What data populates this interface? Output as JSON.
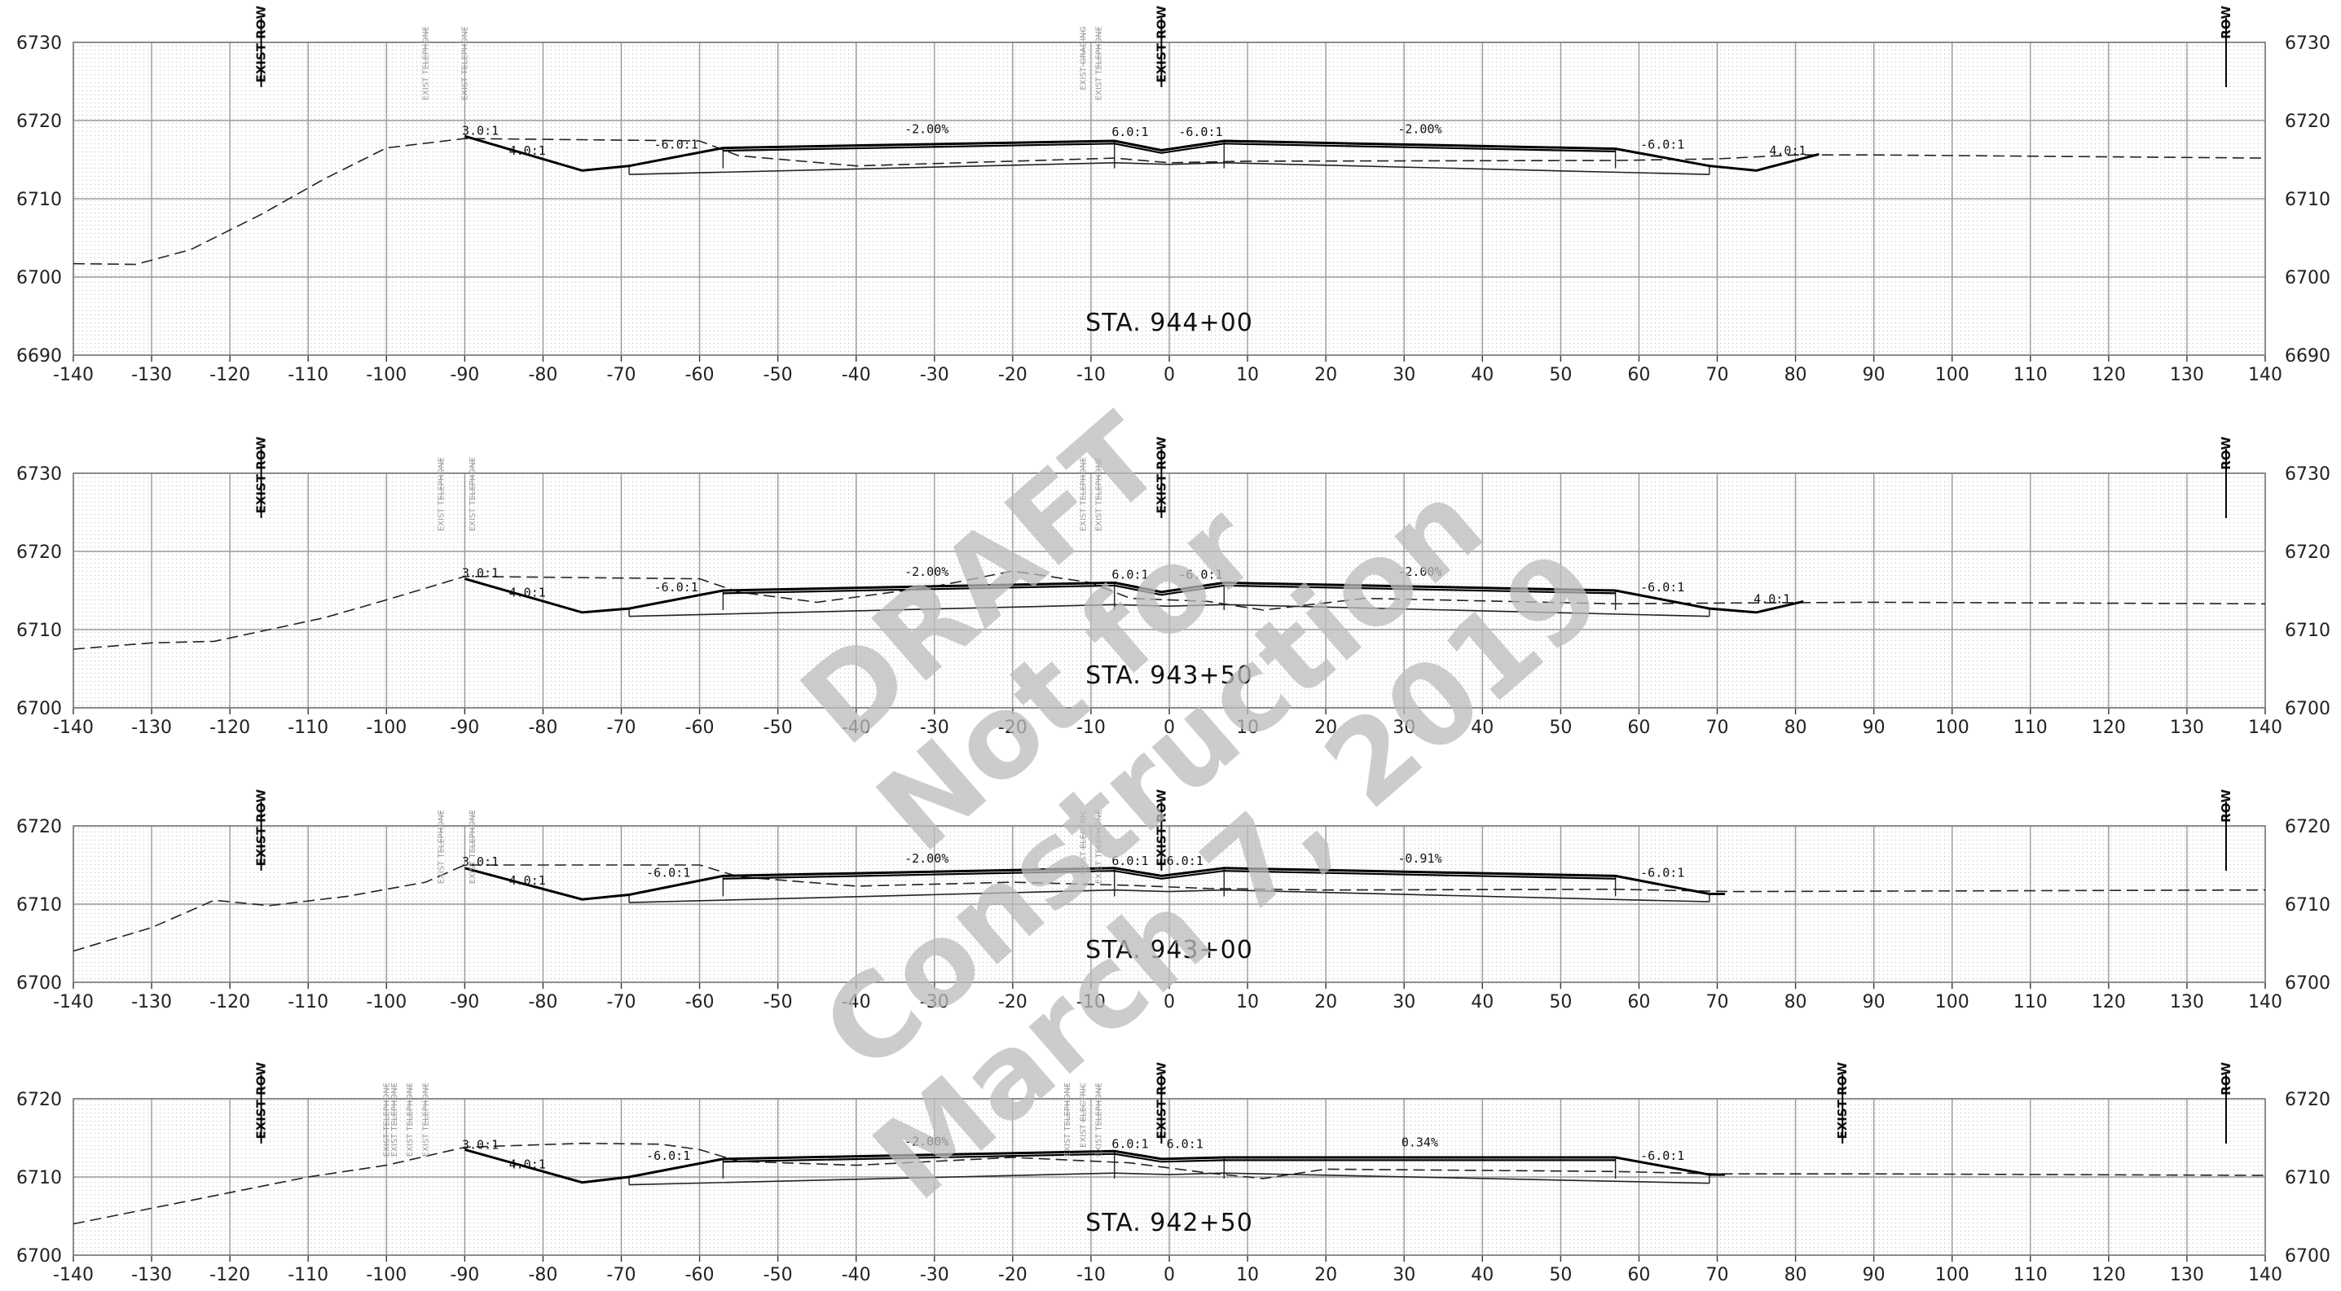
{
  "watermark": {
    "lines": [
      "DRAFT",
      "Not for",
      "Construction",
      "March 7, 2019"
    ]
  },
  "x_ticks": [
    -140,
    -130,
    -120,
    -110,
    -100,
    -90,
    -80,
    -70,
    -60,
    -50,
    -40,
    -30,
    -20,
    -10,
    0,
    10,
    20,
    30,
    40,
    50,
    60,
    70,
    80,
    90,
    100,
    110,
    120,
    130,
    140
  ],
  "sections": [
    {
      "station": "STA. 944+00",
      "y_ticks": [
        6690,
        6700,
        6710,
        6720,
        6730
      ],
      "existing_ground": [
        [
          -140,
          6701.7
        ],
        [
          -132,
          6701.6
        ],
        [
          -125,
          6703.5
        ],
        [
          -116,
          6708
        ],
        [
          -108,
          6712.5
        ],
        [
          -100,
          6716.5
        ],
        [
          -90,
          6717.7
        ],
        [
          -60,
          6717.4
        ],
        [
          -55,
          6715.5
        ],
        [
          -40,
          6714.2
        ],
        [
          -20,
          6714.8
        ],
        [
          -7,
          6715.2
        ],
        [
          0,
          6714.6
        ],
        [
          10,
          6714.8
        ],
        [
          57,
          6714.9
        ],
        [
          70,
          6715.1
        ],
        [
          80,
          6715.6
        ],
        [
          90,
          6715.6
        ],
        [
          140,
          6715.2
        ]
      ],
      "proposed_surface": [
        [
          -90,
          6718
        ],
        [
          -75,
          6713.6
        ],
        [
          -69,
          6714.2
        ],
        [
          -57,
          6716.5
        ],
        [
          -7,
          6717.4
        ],
        [
          -1,
          6716.2
        ],
        [
          7,
          6717.4
        ],
        [
          57,
          6716.4
        ],
        [
          69,
          6714.2
        ],
        [
          75,
          6713.6
        ],
        [
          83,
          6715.7
        ]
      ],
      "subgrade": [
        [
          -69,
          6713.1
        ],
        [
          -7,
          6714.6
        ],
        [
          0,
          6714.4
        ],
        [
          7,
          6714.6
        ],
        [
          69,
          6713.1
        ]
      ],
      "slope_labels": [
        {
          "text": "3.0:1",
          "x": -88,
          "y": 6718.2
        },
        {
          "text": "4.0:1",
          "x": -82,
          "y": 6715.6
        },
        {
          "text": "-6.0:1",
          "x": -63,
          "y": 6716.4
        },
        {
          "text": "-2.00%",
          "x": -31,
          "y": 6718.4
        },
        {
          "text": "6.0:1",
          "x": -5,
          "y": 6718.0
        },
        {
          "text": "-6.0:1",
          "x": 4,
          "y": 6718.0
        },
        {
          "text": "-2.00%",
          "x": 32,
          "y": 6718.4
        },
        {
          "text": "-6.0:1",
          "x": 63,
          "y": 6716.4
        },
        {
          "text": "4.0:1",
          "x": 79,
          "y": 6715.6
        }
      ],
      "row_markers": [
        {
          "text": "EXIST ROW",
          "x": -116
        },
        {
          "text": "EXIST ROW",
          "x": -1
        },
        {
          "text": "ROW",
          "x": 135
        }
      ],
      "utility_labels": [
        {
          "text": "EXIST TELEPHONE",
          "x": -95
        },
        {
          "text": "EXIST TELEPHONE",
          "x": -90
        },
        {
          "text": "EXIST GRADING",
          "x": -11
        },
        {
          "text": "EXIST TELEPHONE",
          "x": -9
        }
      ]
    },
    {
      "station": "STA. 943+50",
      "y_ticks": [
        6700,
        6710,
        6720,
        6730
      ],
      "existing_ground": [
        [
          -140,
          6707.5
        ],
        [
          -130,
          6708.3
        ],
        [
          -122,
          6708.5
        ],
        [
          -115,
          6710
        ],
        [
          -108,
          6711.5
        ],
        [
          -100,
          6713.8
        ],
        [
          -90,
          6716.8
        ],
        [
          -60,
          6716.5
        ],
        [
          -55,
          6714.8
        ],
        [
          -45,
          6713.5
        ],
        [
          -30,
          6715.5
        ],
        [
          -20,
          6717.5
        ],
        [
          -10,
          6716
        ],
        [
          -5,
          6714
        ],
        [
          5,
          6713.6
        ],
        [
          12,
          6712.5
        ],
        [
          25,
          6714
        ],
        [
          57,
          6713.3
        ],
        [
          70,
          6713.4
        ],
        [
          90,
          6713.5
        ],
        [
          140,
          6713.3
        ]
      ],
      "proposed_surface": [
        [
          -90,
          6716.5
        ],
        [
          -75,
          6712.2
        ],
        [
          -69,
          6712.7
        ],
        [
          -57,
          6715
        ],
        [
          -7,
          6716
        ],
        [
          -1,
          6714.8
        ],
        [
          7,
          6716
        ],
        [
          57,
          6715
        ],
        [
          69,
          6712.7
        ],
        [
          75,
          6712.2
        ],
        [
          81,
          6713.6
        ]
      ],
      "subgrade": [
        [
          -69,
          6711.7
        ],
        [
          -7,
          6713.2
        ],
        [
          0,
          6713
        ],
        [
          7,
          6713.2
        ],
        [
          69,
          6711.7
        ]
      ],
      "slope_labels": [
        {
          "text": "3.0:1",
          "x": -88,
          "y": 6716.7
        },
        {
          "text": "4.0:1",
          "x": -82,
          "y": 6714.2
        },
        {
          "text": "-6.0:1",
          "x": -63,
          "y": 6714.9
        },
        {
          "text": "-2.00%",
          "x": -31,
          "y": 6716.9
        },
        {
          "text": "6.0:1",
          "x": -5,
          "y": 6716.5
        },
        {
          "text": "-6.0:1",
          "x": 4,
          "y": 6716.5
        },
        {
          "text": "-2.00%",
          "x": 32,
          "y": 6716.9
        },
        {
          "text": "-6.0:1",
          "x": 63,
          "y": 6714.9
        },
        {
          "text": "4.0:1",
          "x": 77,
          "y": 6713.4
        }
      ],
      "row_markers": [
        {
          "text": "EXIST ROW",
          "x": -116
        },
        {
          "text": "EXIST ROW",
          "x": -1
        },
        {
          "text": "ROW",
          "x": 135
        }
      ],
      "utility_labels": [
        {
          "text": "EXIST TELEPHONE",
          "x": -93
        },
        {
          "text": "EXIST TELEPHONE",
          "x": -89
        },
        {
          "text": "EXIST TELEPHONE",
          "x": -11
        },
        {
          "text": "EXIST TELEPHONE",
          "x": -9
        }
      ]
    },
    {
      "station": "STA. 943+00",
      "y_ticks": [
        6700,
        6710,
        6720
      ],
      "existing_ground": [
        [
          -140,
          6704
        ],
        [
          -130,
          6707
        ],
        [
          -122,
          6710.5
        ],
        [
          -115,
          6709.8
        ],
        [
          -105,
          6711
        ],
        [
          -95,
          6712.8
        ],
        [
          -90,
          6715
        ],
        [
          -60,
          6715
        ],
        [
          -55,
          6713.5
        ],
        [
          -40,
          6712.3
        ],
        [
          -20,
          6712.8
        ],
        [
          -5,
          6712.4
        ],
        [
          5,
          6712
        ],
        [
          20,
          6711.8
        ],
        [
          57,
          6711.9
        ],
        [
          72,
          6711.6
        ],
        [
          140,
          6711.8
        ]
      ],
      "proposed_surface": [
        [
          -90,
          6714.6
        ],
        [
          -75,
          6710.6
        ],
        [
          -69,
          6711.2
        ],
        [
          -57,
          6713.6
        ],
        [
          -7,
          6714.6
        ],
        [
          -1,
          6713.6
        ],
        [
          7,
          6714.6
        ],
        [
          57,
          6713.6
        ],
        [
          69,
          6711.3
        ],
        [
          71,
          6711.3
        ]
      ],
      "subgrade": [
        [
          -69,
          6710.2
        ],
        [
          -7,
          6711.8
        ],
        [
          0,
          6711.6
        ],
        [
          7,
          6711.8
        ],
        [
          69,
          6710.3
        ]
      ],
      "slope_labels": [
        {
          "text": "3.0:1",
          "x": -88,
          "y": 6714.9
        },
        {
          "text": "4.0:1",
          "x": -82,
          "y": 6712.5
        },
        {
          "text": "-6.0:1",
          "x": -64,
          "y": 6713.5
        },
        {
          "text": "-2.00%",
          "x": -31,
          "y": 6715.3
        },
        {
          "text": "6.0:1",
          "x": -5,
          "y": 6715.0
        },
        {
          "text": "6.0:1",
          "x": 2,
          "y": 6715.0
        },
        {
          "text": "-0.91%",
          "x": 32,
          "y": 6715.3
        },
        {
          "text": "-6.0:1",
          "x": 63,
          "y": 6713.5
        }
      ],
      "row_markers": [
        {
          "text": "EXIST ROW",
          "x": -116
        },
        {
          "text": "EXIST ROW",
          "x": -1
        },
        {
          "text": "ROW",
          "x": 135
        }
      ],
      "utility_labels": [
        {
          "text": "EXIST TELEPHONE",
          "x": -93
        },
        {
          "text": "EXIST TELEPHONE",
          "x": -89
        },
        {
          "text": "EXIST ELECTRIC",
          "x": -11
        },
        {
          "text": "EXIST TELEPHONE",
          "x": -9
        }
      ]
    },
    {
      "station": "STA. 942+50",
      "y_ticks": [
        6700,
        6710,
        6720
      ],
      "existing_ground": [
        [
          -140,
          6704
        ],
        [
          -130,
          6706
        ],
        [
          -120,
          6708
        ],
        [
          -110,
          6710
        ],
        [
          -100,
          6711.5
        ],
        [
          -90,
          6713.8
        ],
        [
          -75,
          6714.3
        ],
        [
          -65,
          6714.2
        ],
        [
          -60,
          6713.5
        ],
        [
          -55,
          6712
        ],
        [
          -40,
          6711.5
        ],
        [
          -20,
          6712.5
        ],
        [
          -5,
          6711.8
        ],
        [
          5,
          6710.5
        ],
        [
          12,
          6709.8
        ],
        [
          20,
          6711
        ],
        [
          57,
          6710.7
        ],
        [
          70,
          6710.4
        ],
        [
          90,
          6710.4
        ],
        [
          140,
          6710.2
        ]
      ],
      "proposed_surface": [
        [
          -90,
          6713.5
        ],
        [
          -75,
          6709.3
        ],
        [
          -69,
          6710
        ],
        [
          -57,
          6712.3
        ],
        [
          -7,
          6713.3
        ],
        [
          -1,
          6712.3
        ],
        [
          7,
          6712.5
        ],
        [
          57,
          6712.5
        ],
        [
          69,
          6710.3
        ],
        [
          71,
          6710.3
        ]
      ],
      "subgrade": [
        [
          -69,
          6709
        ],
        [
          -7,
          6710.5
        ],
        [
          0,
          6710.3
        ],
        [
          7,
          6710.5
        ],
        [
          69,
          6709.2
        ]
      ],
      "slope_labels": [
        {
          "text": "3.0:1",
          "x": -88,
          "y": 6713.6
        },
        {
          "text": "4.0:1",
          "x": -82,
          "y": 6711.1
        },
        {
          "text": "-6.0:1",
          "x": -64,
          "y": 6712.2
        },
        {
          "text": "-2.00%",
          "x": -31,
          "y": 6714
        },
        {
          "text": "6.0:1",
          "x": -5,
          "y": 6713.7
        },
        {
          "text": "6.0:1",
          "x": 2,
          "y": 6713.7
        },
        {
          "text": "0.34%",
          "x": 32,
          "y": 6713.9
        },
        {
          "text": "-6.0:1",
          "x": 63,
          "y": 6712.2
        }
      ],
      "row_markers": [
        {
          "text": "EXIST ROW",
          "x": -116
        },
        {
          "text": "EXIST ROW",
          "x": -1
        },
        {
          "text": "EXIST ROW",
          "x": 86
        },
        {
          "text": "ROW",
          "x": 135
        }
      ],
      "utility_labels": [
        {
          "text": "EXIST TELEPHONE",
          "x": -100
        },
        {
          "text": "EXIST TELEPHONE",
          "x": -99
        },
        {
          "text": "EXIST TELEPHONE",
          "x": -97
        },
        {
          "text": "EXIST TELEPHONE",
          "x": -95
        },
        {
          "text": "EXIST TELEPHONE",
          "x": -13
        },
        {
          "text": "EXIST ELECTRIC",
          "x": -11
        },
        {
          "text": "EXIST TELEPHONE",
          "x": -9
        }
      ]
    }
  ]
}
